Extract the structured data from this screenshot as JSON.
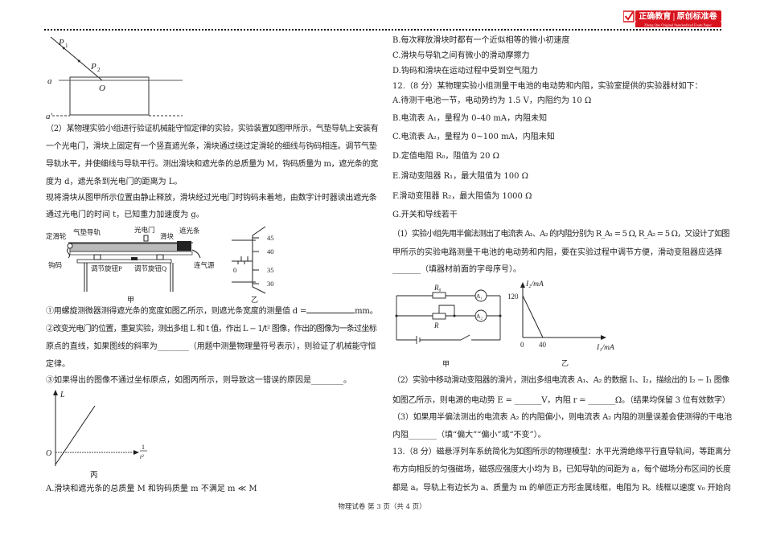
{
  "header": {
    "logo_text": "正确教育 | 原创标准卷",
    "logo_subtext": "Zheng Que Original Standardized Exam Paper",
    "brand_color": "#d8141e"
  },
  "left": {
    "fig_refraction": {
      "p1": "P",
      "p1_sub": "1",
      "p2": "P",
      "p2_sub": "2",
      "o": "O",
      "a": "a",
      "a_prime": "a'"
    },
    "q2_lines": [
      "（2）某物理实验小组进行验证机械能守恒定律的实验，实验装置如图甲所示，气垫导轨上安装有",
      "一个光电门，滑块上固定有一个竖直遮光条，滑块通过绕过定滑轮的细线与钩码相连。调节气垫",
      "导轨水平，并使细线与导轨平行。测出滑块和遮光条的总质量为 M，钩码质量为 m，遮光条的宽",
      "度为 d，遮光条到光电门的距离为 L。",
      "现将滑块从图甲所示位置由静止释放，滑块经过光电门时钩码未着地，由数字计时器读出遮光条",
      "通过光电门的时间 t，已知重力加速度为 g。"
    ],
    "fig_apparatus": {
      "labels": {
        "pulley": "定滑轮",
        "track": "气垫导轨",
        "gate": "光电门",
        "slider": "滑块",
        "strip": "遮光条",
        "weight": "钩码",
        "knob_p": "调节旋钮P",
        "knob_q": "调节旋钮Q",
        "air": "连气源"
      },
      "caption": "甲"
    },
    "fig_micrometer": {
      "ticks": [
        "45",
        "40",
        "35",
        "30"
      ],
      "zero": "0",
      "caption": "乙"
    },
    "sub1": {
      "text": "①用螺旋测微器测得遮光条的宽度如图乙所示，则遮光条宽度的测量值 d =",
      "unit": "mm。"
    },
    "sub2_lines": [
      "②改变光电门的位置，重复实验，测出多组 L 和 t 值，作出 L − 1/t² 图像，作出的图像为一条过坐标",
      "原点的直线，如果图线的斜率为________（用题中测量物理量符号表示），则验证了机械能守恒",
      "定律。"
    ],
    "sub3": "③如果得出的图像不通过坐标原点，如图丙所示，则导致这一错误的原因是________。",
    "fig_graph": {
      "y_label": "L",
      "origin": "O",
      "x_num": "1",
      "x_den": "t²",
      "caption": "丙"
    },
    "option_a": "A.滑块和遮光条的总质量 M 和钩码质量 m 不满足 m ≪ M"
  },
  "right": {
    "options_top": [
      "B.每次释放滑块时都有一个近似相等的微小初速度",
      "C.滑块与导轨之间有微小的滑动摩擦力",
      "D.钩码和滑块在运动过程中受到空气阻力"
    ],
    "q12_title": "12.（8 分）某物理实验小组测量干电池的电动势和内阻，实验室提供的实验器材如下：",
    "equipment": [
      "A.待测干电池一节，电动势约为 1.5 V，内阻约为 10 Ω",
      "B.电流表 A₁，量程为 0–40 mA，内阻未知",
      "C.电流表 A₂，量程为 0~100 mA，内阻未知",
      "D.定值电阻 R₀，阻值为 20 Ω",
      "E.滑动变阻器 R₁，最大阻值为 100 Ω",
      "F.滑动变阻器 R₂，最大阻值为 1000 Ω",
      "G.开关和导线若干"
    ],
    "q12_1_lines": [
      "（1）实验小组先用半偏法测出了电流表 A₁、A₂ 的内阻分别为 R_A₁ = 5 Ω, R_A₂ = 5 Ω，又设计了如图",
      "甲所示的实验电路测量干电池的电动势和内阻，要在实验过程中调节方便，滑动变阻器应选择",
      "_______（填器材前面的字母序号）。"
    ],
    "fig_circuit": {
      "r0": "R₀",
      "r": "R",
      "a1": "A₁",
      "a2": "A₂",
      "caption": "甲"
    },
    "fig_i_graph": {
      "y_label": "I₂/mA",
      "x_label": "I₁/mA",
      "y_tick": "120",
      "x_tick": "40",
      "origin": "0",
      "caption": "乙"
    },
    "chart_line": {
      "points": [
        [
          0,
          120
        ],
        [
          40,
          0
        ]
      ]
    },
    "q12_2_lines": [
      "（2）实验中移动滑动变阻器的滑片，测出多组电流表 A₁、A₂ 的数据 I₁、I₂，描绘出的 I₂ − I₁ 图像",
      "如图乙所示，则电源的电动势 E = _______V，内阻 r = _______Ω。（结果均保留 3 位有效数字）"
    ],
    "q12_3_lines": [
      "（3）如果用半偏法测出的电流表 A₂ 的内阻偏小，则电流表 A₂ 内阻的测量误差会使测得的干电池",
      "内阻_______（填“偏大”“偏小”或“不变”）。"
    ],
    "q13_lines": [
      "13.（8 分）磁悬浮列车系统简化为如图所示的物理模型：水平光滑绝缘平行直导轨间，等距离分",
      "布方向相反的匀强磁场，磁感应强度大小均为 B，已知导轨的间距为 a，每个磁场分布区间的长度",
      "都是 a。导轨上有边长为 a、质量为 m 的单匝正方形金属线框，电阻为 R。线框以速度 v₀ 开始向"
    ]
  },
  "footer": "物理试卷 第 3 页（共 4 页）"
}
